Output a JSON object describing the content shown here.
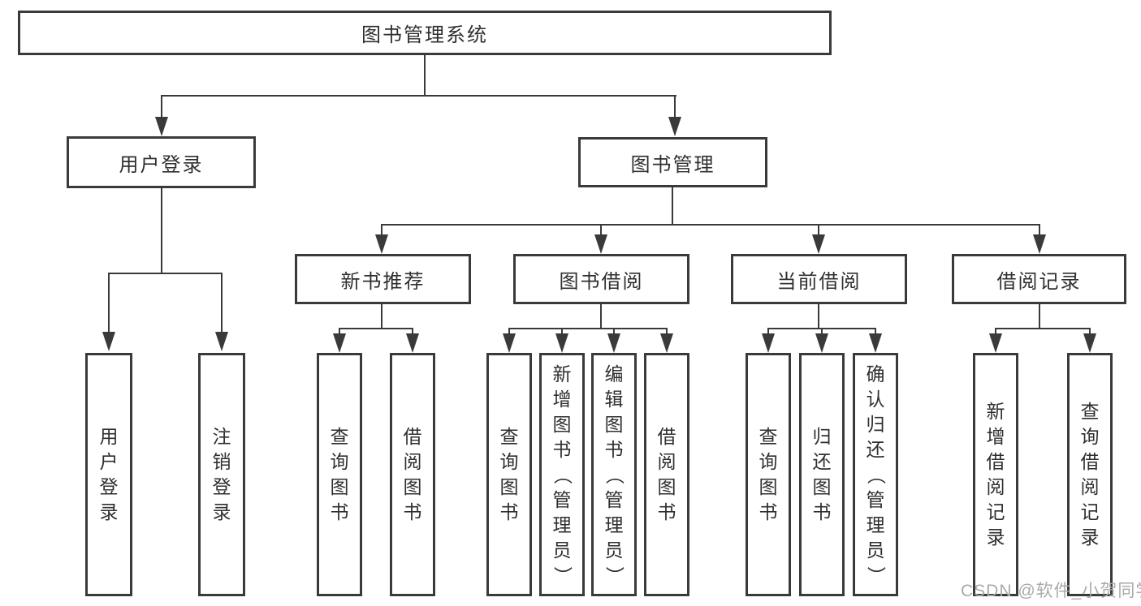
{
  "tree": {
    "root": {
      "label": "图书管理系统"
    },
    "branches": [
      {
        "label": "用户登录",
        "children": [
          {
            "label": "用户登录"
          },
          {
            "label": "注销登录"
          }
        ]
      },
      {
        "label": "图书管理",
        "children": [
          {
            "label": "新书推荐",
            "children": [
              {
                "label": "查询图书"
              },
              {
                "label": "借阅图书"
              }
            ]
          },
          {
            "label": "图书借阅",
            "children": [
              {
                "label": "查询图书"
              },
              {
                "label": "新增图书（管理员）"
              },
              {
                "label": "编辑图书（管理员）"
              },
              {
                "label": "借阅图书"
              }
            ]
          },
          {
            "label": "当前借阅",
            "children": [
              {
                "label": "查询图书"
              },
              {
                "label": "归还图书"
              },
              {
                "label": "确认归还（管理员）"
              }
            ]
          },
          {
            "label": "借阅记录",
            "children": [
              {
                "label": "新增借阅记录"
              },
              {
                "label": "查询借阅记录"
              }
            ]
          }
        ]
      }
    ]
  },
  "watermark": {
    "text": "CSDN @软件_小贺同学"
  },
  "colors": {
    "line": "#3a3a3a",
    "text": "#2f2f2f",
    "watermark_gray": "#aaaaaa",
    "background": "#ffffff"
  }
}
